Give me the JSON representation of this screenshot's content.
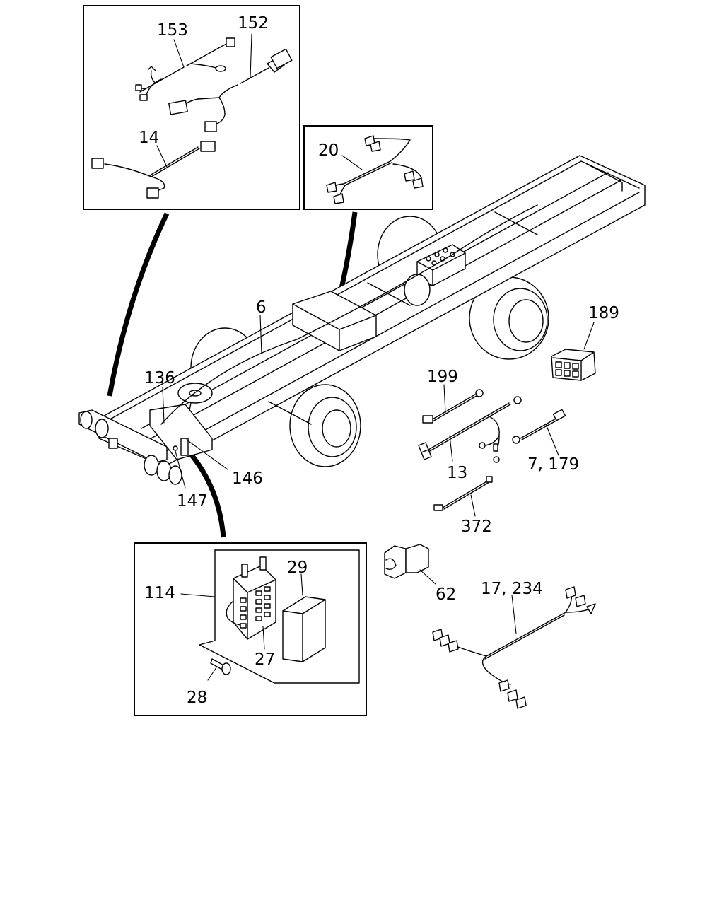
{
  "labels": {
    "p153": "153",
    "p152": "152",
    "p14": "14",
    "p20": "20",
    "p6": "6",
    "p189": "189",
    "p199": "199",
    "p136": "136",
    "p13": "13",
    "p7_179": "7, 179",
    "p146": "146",
    "p147": "147",
    "p372": "372",
    "p62": "62",
    "p17_234": "17, 234",
    "p114": "114",
    "p29": "29",
    "p27": "27",
    "p28": "28"
  }
}
